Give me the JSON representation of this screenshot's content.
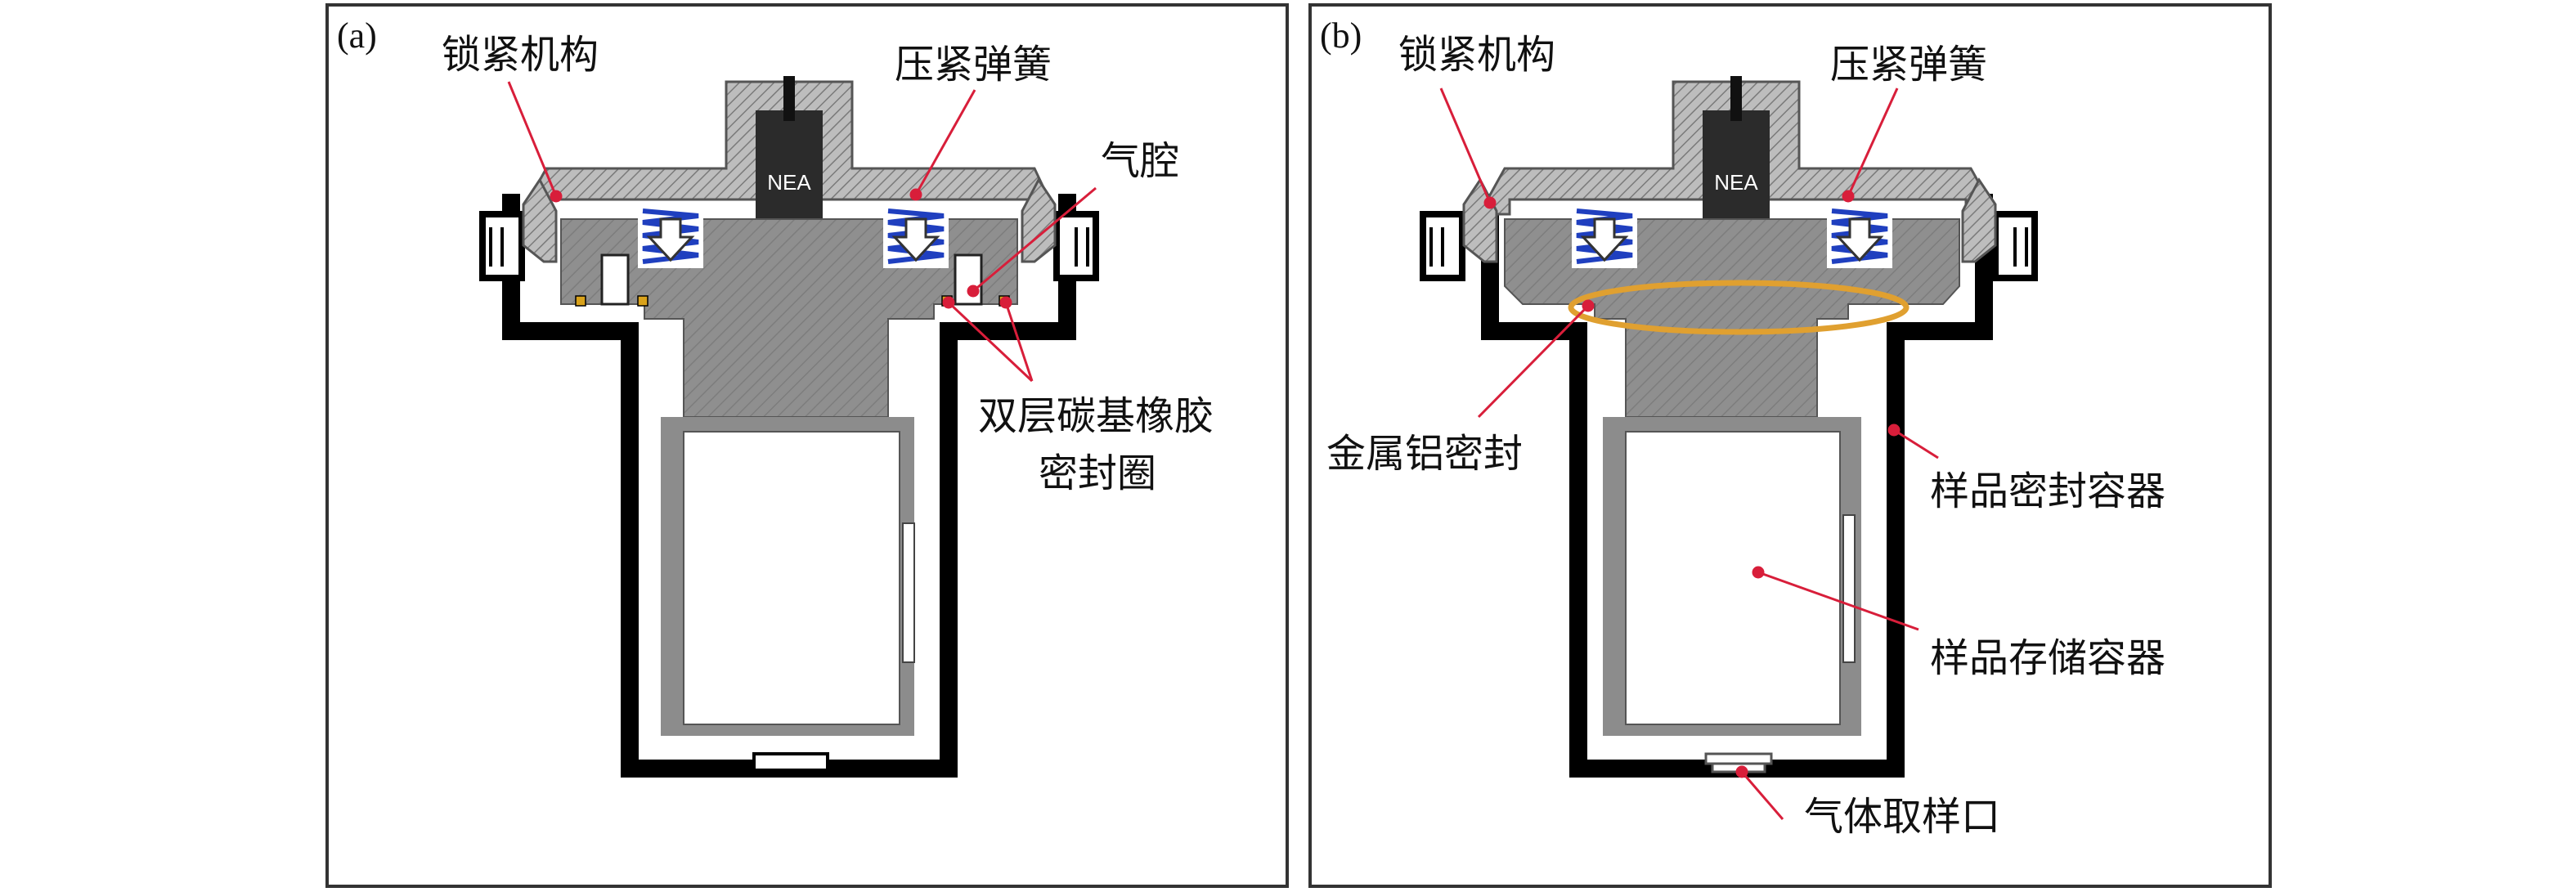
{
  "panel_a": {
    "tag": "(a)",
    "nea": "NEA",
    "labels": {
      "lock": "锁紧机构",
      "spring": "压紧弹簧",
      "air_cavity": "气腔",
      "oring_line1": "双层碳基橡胶",
      "oring_line2": "密封圈"
    }
  },
  "panel_b": {
    "tag": "(b)",
    "nea": "NEA",
    "labels": {
      "lock": "锁紧机构",
      "spring": "压紧弹簧",
      "metal_seal": "金属铝密封",
      "sealed_container": "样品密封容器",
      "storage_container": "样品存储容器",
      "gas_port": "气体取样口"
    }
  },
  "colors": {
    "outline": "#000000",
    "hatch_fill": "#b3b3b3",
    "piston_gray": "#8c8c8c",
    "spring_blue": "#1f3fbf",
    "oring_orange": "#d9a21b",
    "seal_ellipse": "#e0a030",
    "leader_red": "#d81e3a"
  }
}
